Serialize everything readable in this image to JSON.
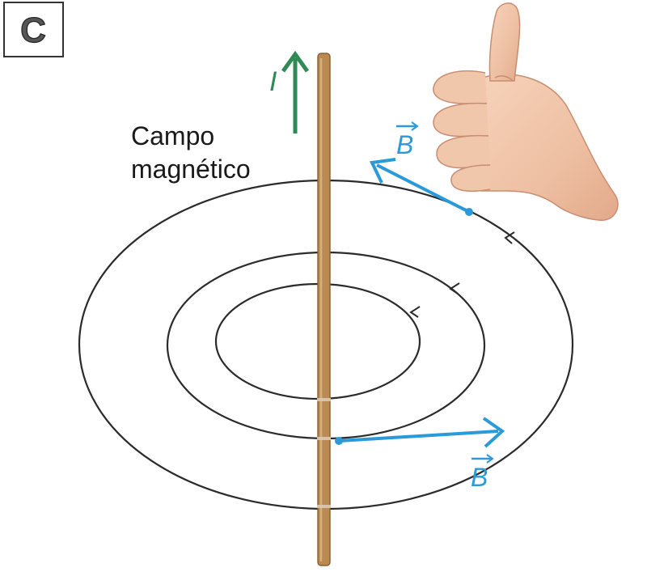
{
  "panel_letter": "C",
  "current_label": "I",
  "field_label": {
    "line1": "Campo",
    "line2": "magnético"
  },
  "vector_label_top": "B",
  "vector_label_bottom": "B",
  "hand_icon": "thumbs-up-hand",
  "colors": {
    "current_arrow": "#2f8a55",
    "field_vector": "#2a9ad8",
    "wire": "#b98a52",
    "field_lines": "#2b2b2b",
    "label_text": "#1a1a1a",
    "badge_text": "#555555"
  }
}
